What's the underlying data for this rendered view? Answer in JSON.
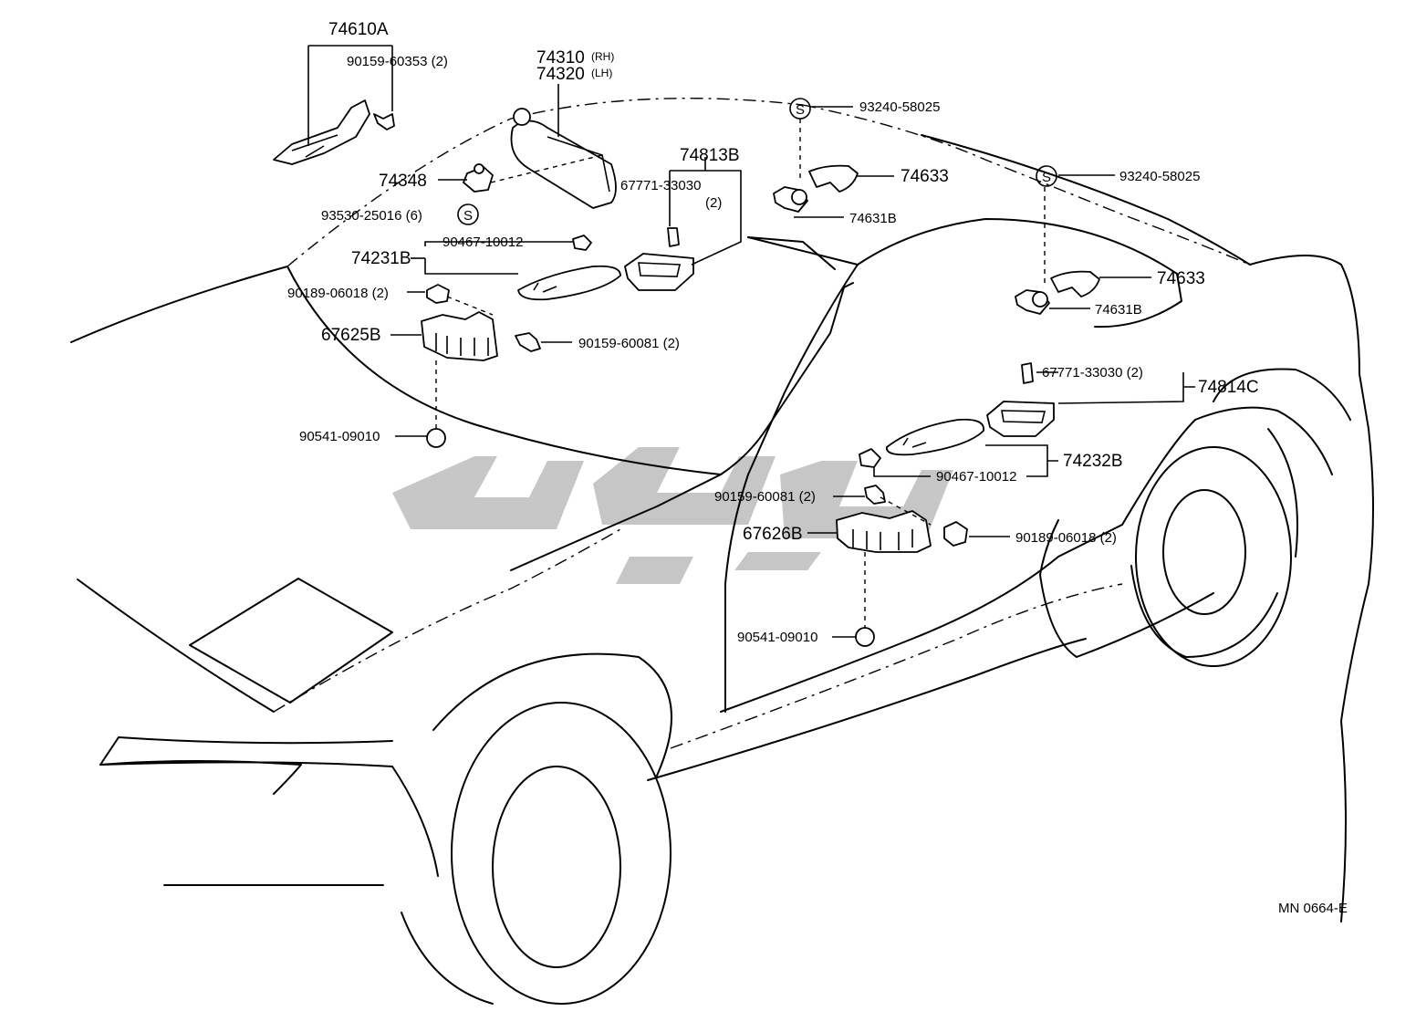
{
  "callouts": {
    "p74610A": "74610A",
    "p90159_60353": "90159-60353 (2)",
    "p74310": "74310",
    "p74310_note": "(RH)",
    "p74320": "74320",
    "p74320_note": "(LH)",
    "p93240_a": "93240-58025",
    "p93240_b": "93240-58025",
    "p74348": "74348",
    "p93530": "93530-25016 (6)",
    "p74813B": "74813B",
    "p67771_a": "67771-33030",
    "p67771_a_qty": "(2)",
    "p74633_a": "74633",
    "p74631B_a": "74631B",
    "p74231B": "74231B",
    "p90467_a": "90467-10012",
    "p90189_a": "90189-06018 (2)",
    "p67625B": "67625B",
    "p90159_60081_a": "90159-60081 (2)",
    "p90541_a": "90541-09010",
    "p74633_b": "74633",
    "p74631B_b": "74631B",
    "p67771_b": "67771-33030 (2)",
    "p74814C": "74814C",
    "p74232B": "74232B",
    "p90467_b": "90467-10012",
    "p90159_60081_b": "90159-60081 (2)",
    "p67626B": "67626B",
    "p90189_b": "90189-06018 (2)",
    "p90541_b": "90541-09010",
    "s_symbol": "S",
    "ref": "MN 0664-E"
  }
}
